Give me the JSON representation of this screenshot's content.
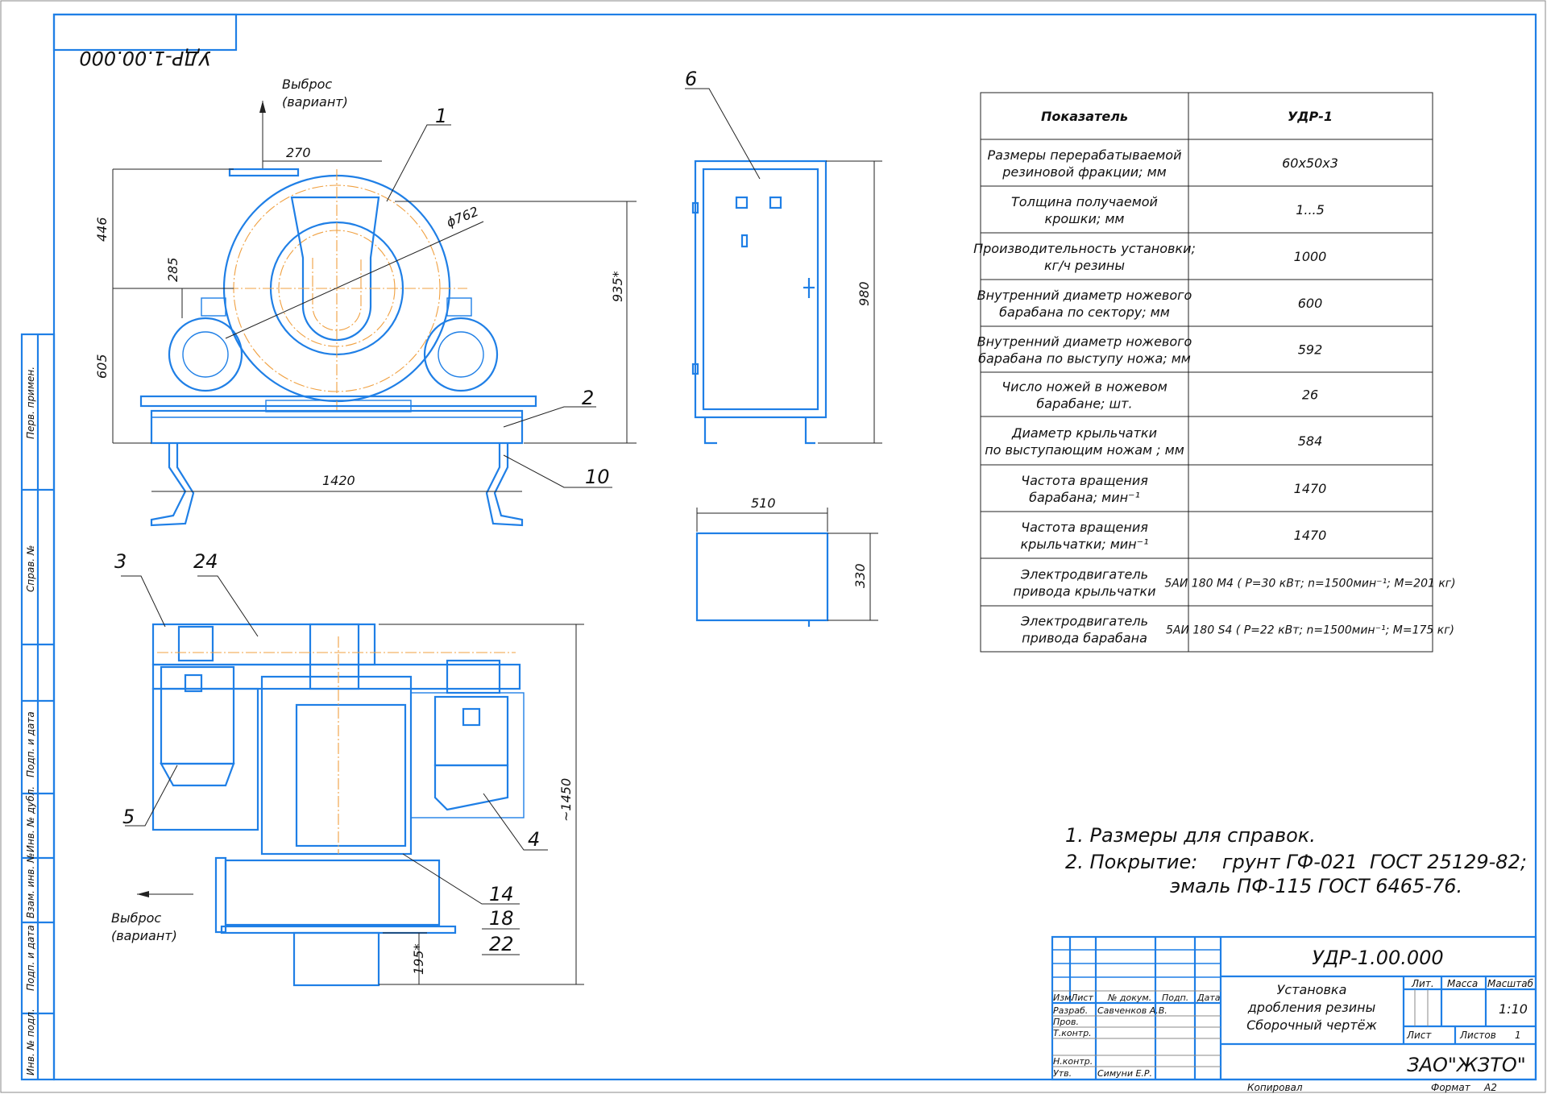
{
  "drawing_code": "УДР-1.00.000",
  "stamp_mirrored": "УДР-1.00.000",
  "side_strip": [
    "Перв. примен.",
    "Справ. №",
    "Подп. и дата",
    "Инв. № дубл.",
    "Взам. инв. №",
    "Подп. и дата",
    "Инв. № подл."
  ],
  "views": {
    "front": {
      "discharge_label": [
        "Выброс",
        "(вариант)"
      ],
      "dims": {
        "d270": "270",
        "d446": "446",
        "d285": "285",
        "d605": "605",
        "d762": "ϕ762",
        "d935": "935*",
        "d1420": "1420"
      },
      "callouts": {
        "c1": "1",
        "c2": "2",
        "c10": "10"
      }
    },
    "cabinet": {
      "callout": "6",
      "dims": {
        "d980": "980",
        "d510": "510",
        "d330": "330"
      }
    },
    "plan": {
      "discharge_label": [
        "Выброс",
        "(вариант)"
      ],
      "dims": {
        "d1450": "~1450",
        "d195": "195*"
      },
      "callouts": {
        "c3": "3",
        "c24": "24",
        "c5": "5",
        "c4": "4",
        "c14": "14",
        "c18": "18",
        "c22": "22"
      }
    }
  },
  "spec_table": {
    "headers": [
      "Показатель",
      "УДР-1"
    ],
    "rows": [
      {
        "param": [
          "Размеры перерабатываемой",
          "резиновой фракции; мм"
        ],
        "value": "60x50x3"
      },
      {
        "param": [
          "Толщина получаемой",
          "крошки; мм"
        ],
        "value": "1...5"
      },
      {
        "param": [
          "Производительность установки;",
          "кг/ч резины"
        ],
        "value": "1000"
      },
      {
        "param": [
          "Внутренний диаметр ножевого",
          "барабана по сектору; мм"
        ],
        "value": "600"
      },
      {
        "param": [
          "Внутренний диаметр ножевого",
          "барабана по выступу ножа; мм"
        ],
        "value": "592"
      },
      {
        "param": [
          "Число ножей в ножевом",
          "барабане; шт."
        ],
        "value": "26"
      },
      {
        "param": [
          "Диаметр крыльчатки",
          "по выступающим ножам ; мм"
        ],
        "value": "584"
      },
      {
        "param": [
          "Частота вращения",
          "барабана; мин⁻¹"
        ],
        "value": "1470"
      },
      {
        "param": [
          "Частота вращения",
          "крыльчатки; мин⁻¹"
        ],
        "value": "1470"
      },
      {
        "param": [
          "Электродвигатель",
          "привода крыльчатки"
        ],
        "value": "5АИ 180 М4 ( Р=30 кВт; n=1500мин⁻¹; М=201 кг)"
      },
      {
        "param": [
          "Электродвигатель",
          "привода барабана"
        ],
        "value": "5АИ 180 S4 ( Р=22 кВт; n=1500мин⁻¹; М=175 кг)"
      }
    ]
  },
  "notes": [
    "1. Размеры для справок.",
    "2. Покрытие:    грунт ГФ-021  ГОСТ 25129-82;",
    "эмаль ПФ-115  ГОСТ 6465-76."
  ],
  "title_block": {
    "code": "УДР-1.00.000",
    "name": [
      "Установка",
      "дробления резины",
      "Сборочный чертёж"
    ],
    "col_headers": [
      "Изм.",
      "Лист",
      "№ докум.",
      "Подп.",
      "Дата"
    ],
    "roles": [
      "Разраб.",
      "Пров.",
      "Т.контр.",
      "Н.контр.",
      "Утв."
    ],
    "developer": "Савченков А.В.",
    "approver": "Симуни Е.Р.",
    "lit_label": "Лит.",
    "mass_label": "Масса",
    "scale_label": "Масштаб",
    "scale": "1:10",
    "sheet_label": "Лист",
    "sheets_label": "Листов",
    "sheets": "1",
    "company": "ЗАО\"ЖЗТО\"",
    "copied_label": "Копировал",
    "format_label": "Формат",
    "format": "А2"
  }
}
